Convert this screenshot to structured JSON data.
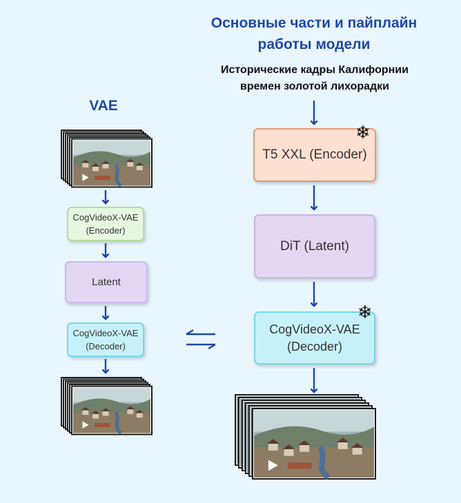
{
  "header": {
    "title_line1": "Основные части и пайплайн",
    "title_line2": "работы модели"
  },
  "prompt": {
    "line1": "Исторические кадры Калифорнии",
    "line2": "времен золотой лихорадки"
  },
  "vae": {
    "label": "VAE",
    "encoder_line1": "CogVideoX-VAE",
    "encoder_line2": "(Encoder)",
    "latent": "Latent",
    "decoder_line1": "CogVideoX-VAE",
    "decoder_line2": "(Decoder)"
  },
  "pipeline": {
    "t5": "T5 XXL (Encoder)",
    "dit": "DiT (Latent)",
    "decoder_line1": "CogVideoX-VAE",
    "decoder_line2": "(Decoder)"
  },
  "icons": {
    "frozen": "snowflake-icon",
    "arrow": "arrow-down-icon",
    "exchange": "swap-arrows-icon",
    "frames": "video-frames-stack"
  },
  "colors": {
    "title": "#1f47a6",
    "arrow": "#1a48a8",
    "t5_fill": "#fde0d0",
    "t5_border": "#e49a73",
    "latent_fill": "#e3d7f4",
    "decoder_fill": "#c7f1fa",
    "encoder_fill": "#e7f7df",
    "background": "#eaf6fd"
  },
  "symbols": {
    "snowflake": "❄"
  }
}
